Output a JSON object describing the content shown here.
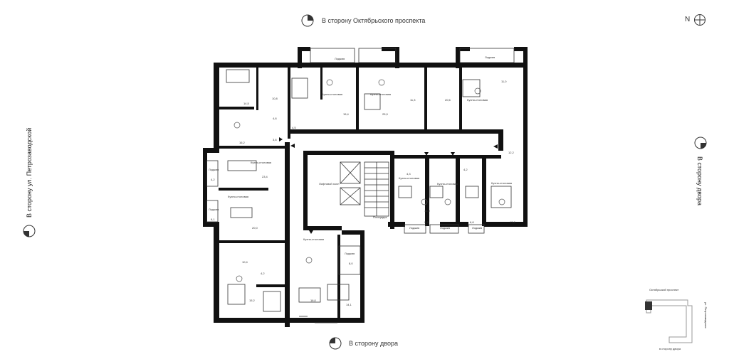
{
  "directions": {
    "top": "В сторону Октябрьского проспекта",
    "bottom": "В сторону двора",
    "left": "В сторону ул. Петрозаводской",
    "right": "В сторону двора",
    "north": "N"
  },
  "minimap": {
    "top": "Октябрьский проспект",
    "bottom": "в сторону двора",
    "right": "ул. Петрозаводская"
  },
  "rooms": {
    "loggia": "Лоджия",
    "kitchen": "Кухня-столовая",
    "lobby": "Лифтовой холл",
    "landing": "Площадка"
  },
  "areas": [
    "14,5",
    "10,8",
    "4,8",
    "3,8",
    "16,2",
    "23,4",
    "4,2",
    "9,1",
    "20,0",
    "10,4",
    "15,2",
    "4,2",
    "16,0",
    "25,9",
    "11,3",
    "20,6",
    "15,4",
    "11,0",
    "4,3",
    "4,2",
    "12,2",
    "9,8",
    "6,8",
    "13,8",
    "18,0",
    "4,5",
    "8,0",
    "14,1"
  ]
}
